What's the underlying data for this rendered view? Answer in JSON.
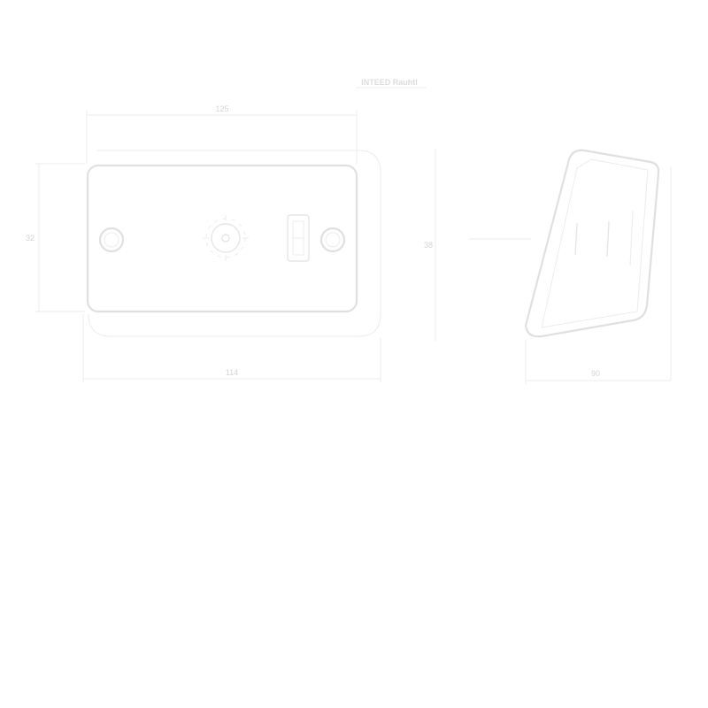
{
  "brand": {
    "text": "INTEED Rauhtl"
  },
  "front_view": {
    "dim_top": "125",
    "dim_left": "32",
    "dim_bottom": "114"
  },
  "side_view": {
    "dim_left": "38",
    "dim_bottom": "90"
  },
  "colors": {
    "line": "#ececec",
    "line_strong": "#e0e0e0",
    "text": "#d4d4d4",
    "background": "#ffffff"
  }
}
